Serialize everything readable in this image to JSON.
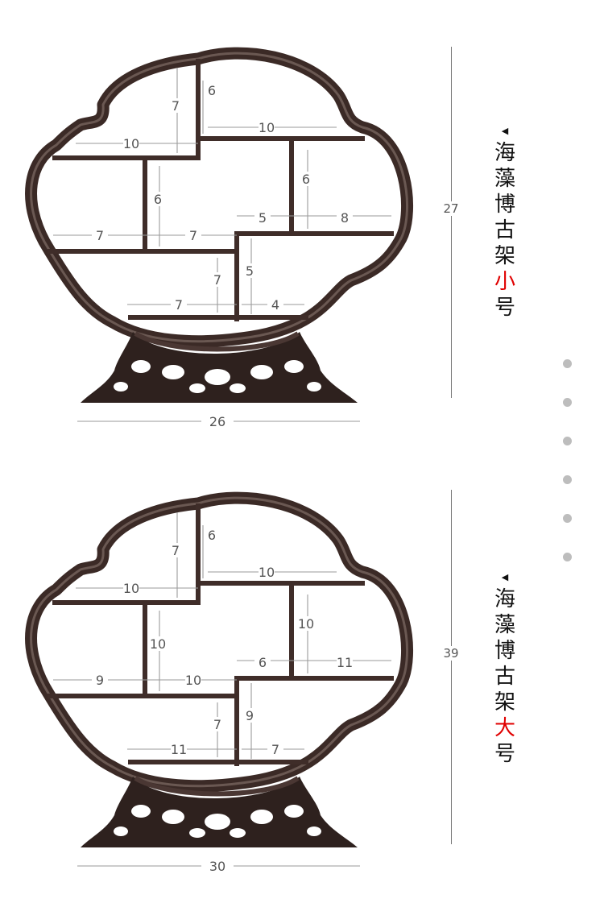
{
  "products": [
    {
      "id": "small",
      "title_chars": [
        "海",
        "藻",
        "博",
        "古",
        "架",
        "小",
        "号"
      ],
      "highlight_index": 5,
      "highlight_color": "#e00000",
      "height": "27",
      "width": "26",
      "dims": [
        "6",
        "7",
        "10",
        "10",
        "6",
        "6",
        "5",
        "8",
        "7",
        "7",
        "7",
        "5",
        "7",
        "4"
      ]
    },
    {
      "id": "large",
      "title_chars": [
        "海",
        "藻",
        "博",
        "古",
        "架",
        "大",
        "号"
      ],
      "highlight_index": 5,
      "highlight_color": "#e00000",
      "height": "39",
      "width": "30",
      "dims": [
        "6",
        "7",
        "10",
        "10",
        "10",
        "10",
        "6",
        "11",
        "9",
        "10",
        "7",
        "9",
        "11",
        "7"
      ]
    }
  ],
  "wood_color": "#3b2a26",
  "carousel_dots": 6
}
